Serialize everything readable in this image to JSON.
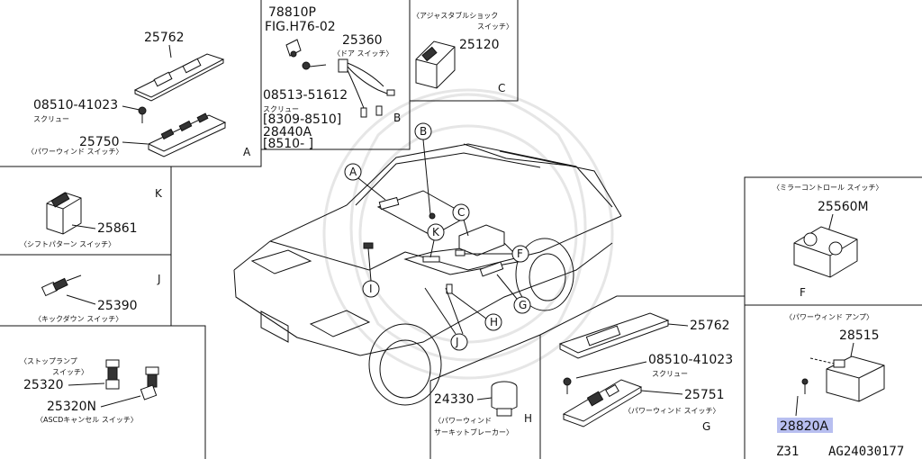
{
  "panels": {
    "A": {
      "letter": "A",
      "parts": [
        "25762",
        "08510-41023",
        "25750"
      ],
      "screw": "スクリュー",
      "caption": "〈パワーウィンド スイッチ〉"
    },
    "B": {
      "letter": "B",
      "parts": [
        "78810P",
        "FIG.H76-02",
        "25360",
        "08513-51612",
        "[8309-8510]",
        "28440A",
        "[8510-     ]"
      ],
      "door": "〈ドア スイッチ〉",
      "screw": "スクリュー"
    },
    "C": {
      "letter": "C",
      "parts": [
        "25120"
      ],
      "caption1": "〈アジャスタブルショック",
      "caption2": "スイッチ〉"
    },
    "K": {
      "letter": "K",
      "parts": [
        "25861"
      ],
      "caption": "〈シフトパターン スイッチ〉"
    },
    "J": {
      "letter": "J",
      "parts": [
        "25390"
      ],
      "caption": "〈キックダウン スイッチ〉"
    },
    "STOP": {
      "parts": [
        "25320",
        "25320N"
      ],
      "caption1": "〈ストップランプ",
      "caption2": "スイッチ〉",
      "caption3": "〈ASCDキャンセル スイッチ〉"
    },
    "F": {
      "letter": "F",
      "parts": [
        "25560M"
      ],
      "caption": "〈ミラーコントロール スイッチ〉"
    },
    "AMP": {
      "parts": [
        "28515",
        "28820A"
      ],
      "caption": "〈パワーウィンド アンプ〉"
    },
    "G": {
      "letter": "G",
      "parts": [
        "25762",
        "08510-41023",
        "25751"
      ],
      "screw": "スクリュー",
      "caption": "〈パワーウィンド スイッチ〉"
    },
    "H": {
      "letter": "H",
      "parts": [
        "24330"
      ],
      "caption1": "〈パワーウィンド",
      "caption2": "サーキットブレーカー〉"
    }
  },
  "callouts": [
    "A",
    "B",
    "C",
    "K",
    "F",
    "I",
    "G",
    "H",
    "J"
  ],
  "footer": {
    "model": "Z31",
    "code": "AG24030177"
  },
  "highlight_part": "28820A",
  "colors": {
    "line": "#111111",
    "highlight": "#b8bff0",
    "watermark": "#e6e6e6"
  }
}
